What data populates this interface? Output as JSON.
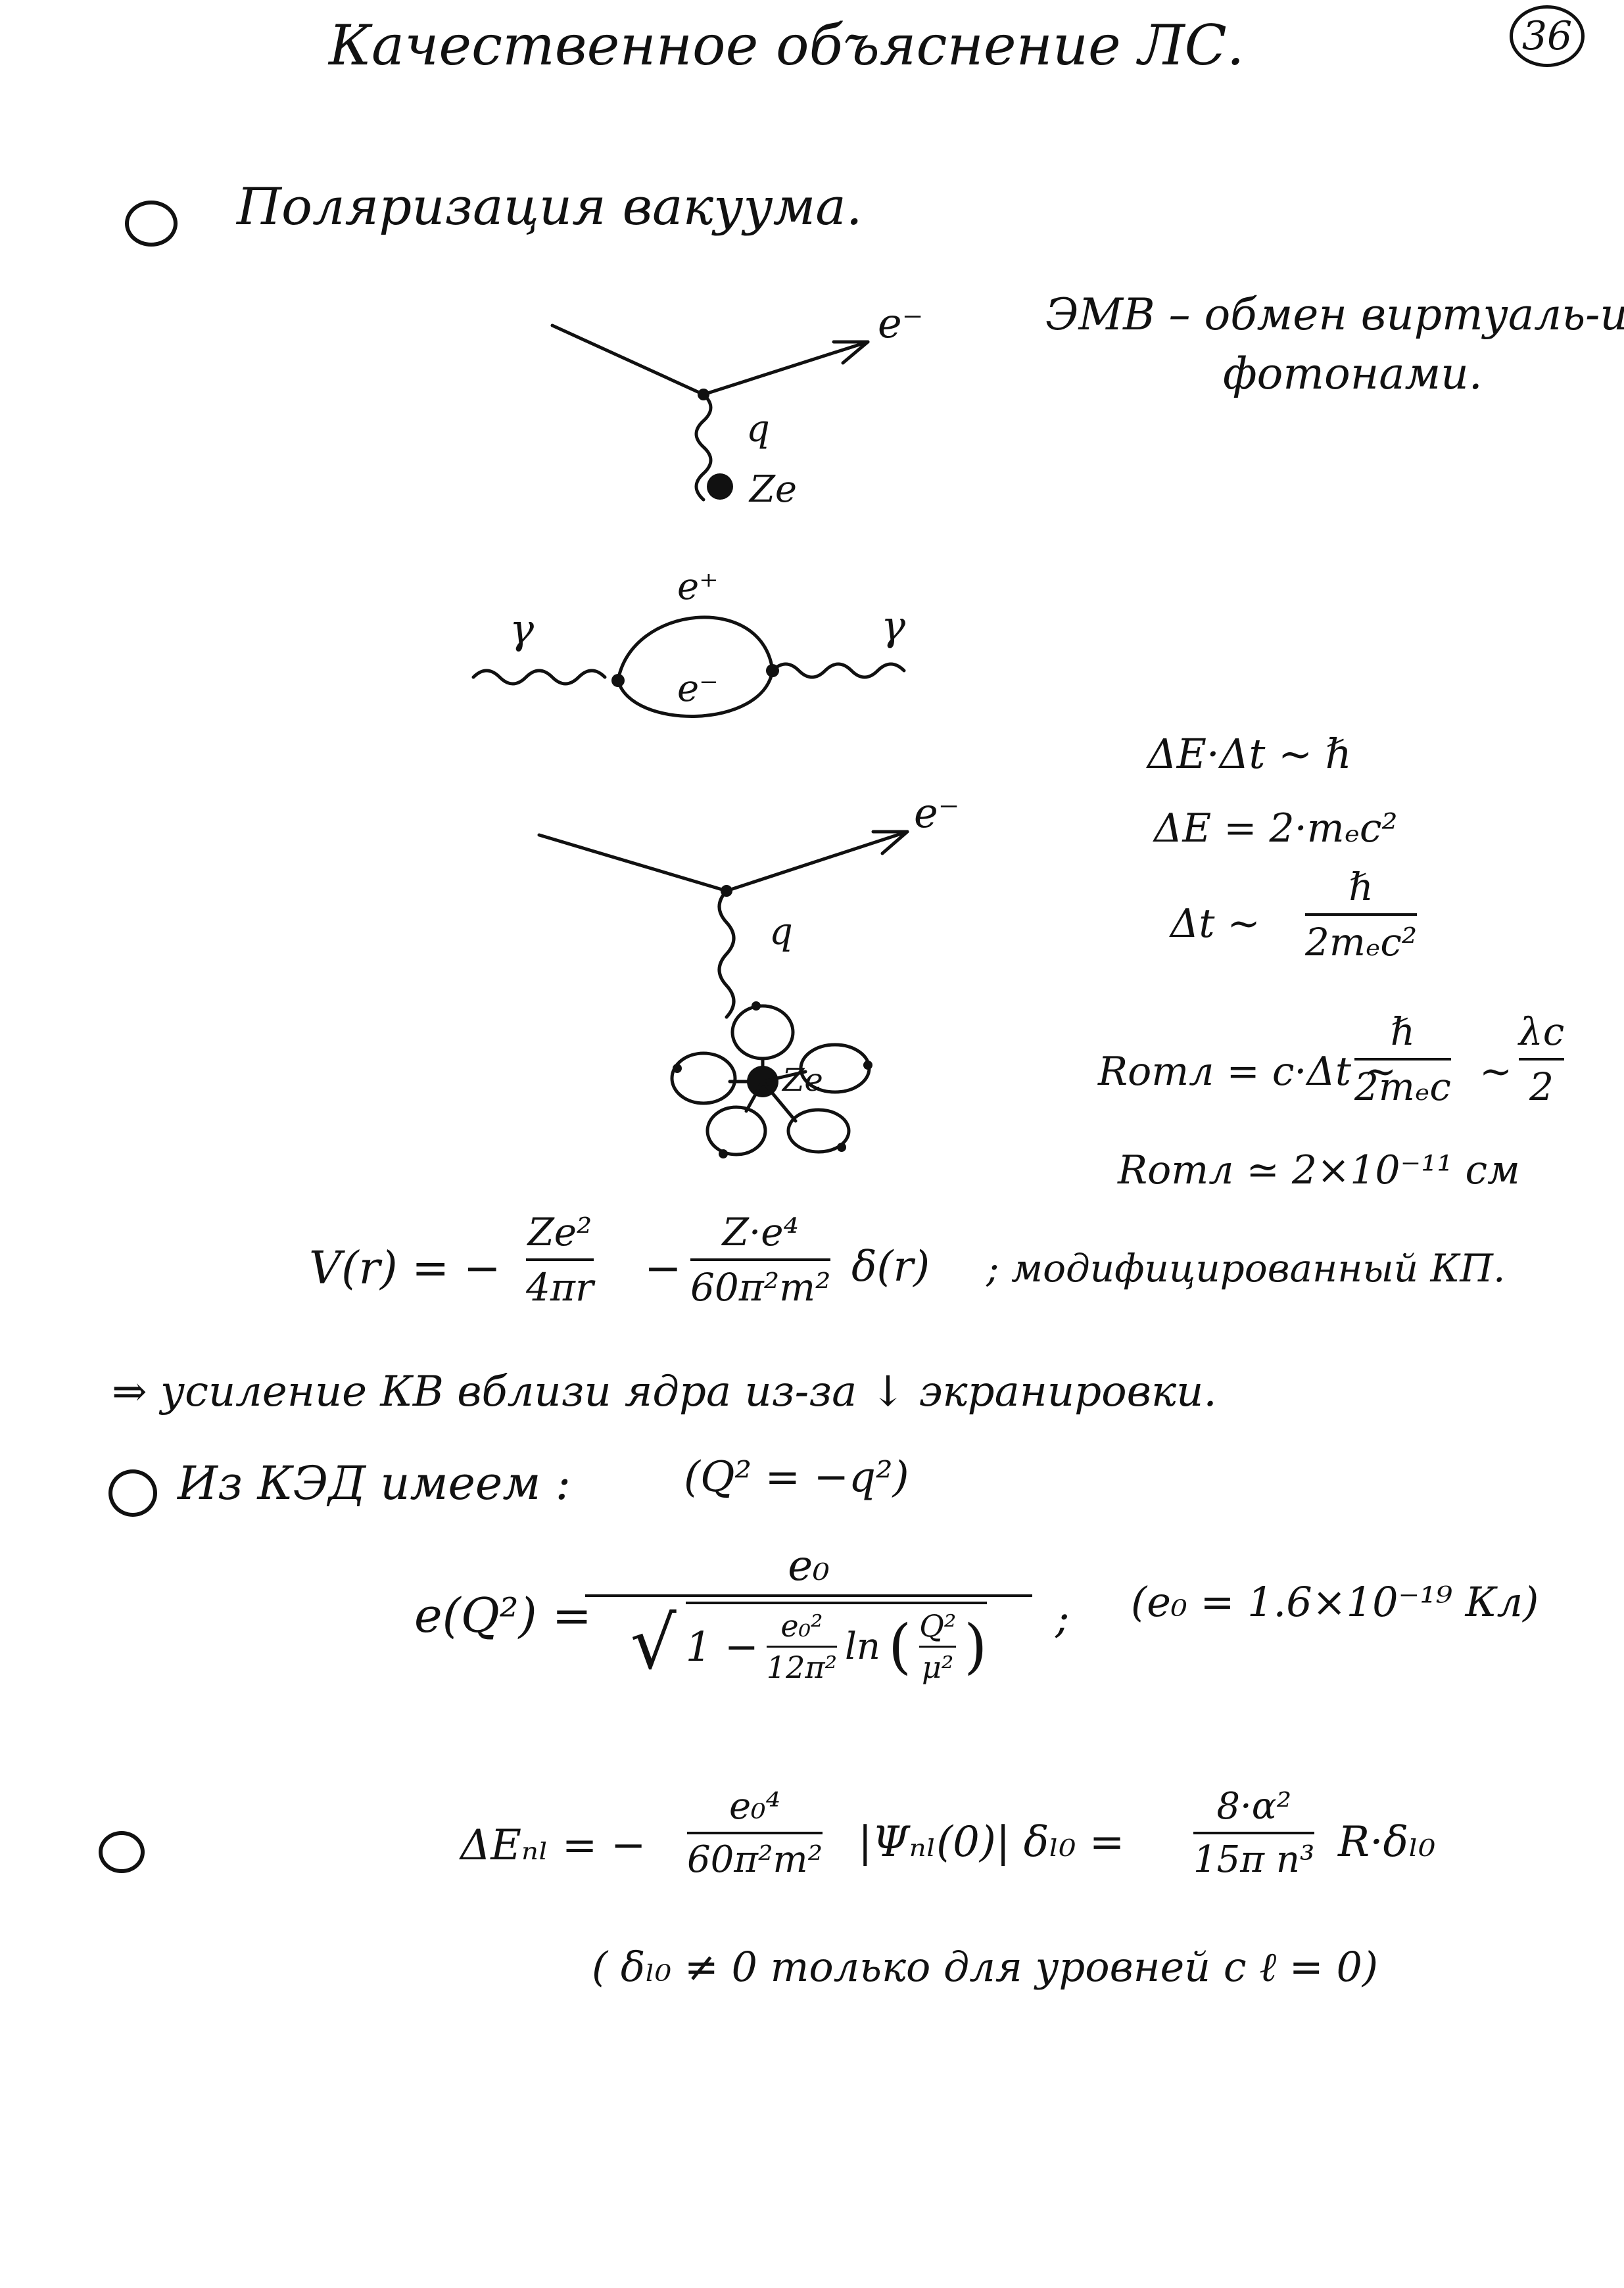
{
  "page": {
    "title": "Качественное объяснение ЛС.",
    "page_number": "36"
  },
  "section1": {
    "heading": "Поляризация вакуума.",
    "side_note_line1": "ЭМВ – обмен виртуаль-и",
    "side_note_line2": "фотонами."
  },
  "diagram1": {
    "e_label": "e⁻",
    "q_label": "q",
    "Ze_label": "Ze"
  },
  "diagram2": {
    "gamma_left": "γ",
    "gamma_right": "γ",
    "e_plus": "e⁺",
    "e_minus": "e⁻"
  },
  "diagram3": {
    "e_label": "e⁻",
    "q_label": "q",
    "Ze_label": "Ze"
  },
  "uncertainty": {
    "line1": "ΔE·Δt ~ ℏ",
    "line2": "ΔE = 2·mₑc²",
    "line3_lhs": "Δt ~",
    "line3_num": "ℏ",
    "line3_den": "2mₑc²",
    "r_lhs": "Rотл = c·Δt ~",
    "r_num": "ℏ",
    "r_den": "2mₑc",
    "r_tilde": "~",
    "r2_num": "λc",
    "r2_den": "2",
    "r_value": "Rотл ≃ 2×10⁻¹¹ см"
  },
  "potential": {
    "lhs": "V(r) = −",
    "f1_num": "Ze²",
    "f1_den": "4πr",
    "minus": "−",
    "f2_num": "Z·e⁴",
    "f2_den": "60π²m²",
    "tail": "δ(r)",
    "comment": "; модифицированный КП."
  },
  "conclusion": "⇒ усиление КВ вблизи ядра из-за ↓ экранировки.",
  "section2": {
    "heading": "Из КЭД имеем :",
    "relation": "(Q² = −q²)"
  },
  "coupling": {
    "lhs": "e(Q²) =",
    "num": "e₀",
    "den_prefix": "1 −",
    "den_frac_num": "e₀²",
    "den_frac_den": "12π²",
    "den_log": "ln",
    "den_log_num": "Q²",
    "den_log_den": "μ²",
    "sep": ";",
    "note": "(e₀ = 1.6×10⁻¹⁹ Кл)"
  },
  "shift": {
    "lhs": "ΔEₙₗ = −",
    "f_num": "e₀⁴",
    "f_den": "60π²m²",
    "middle": "|Ψₙₗ(0)| δₗ₀ =",
    "g_num": "8·α²",
    "g_den": "15π n³",
    "tail": "R·δₗ₀",
    "note": "( δₗ₀ ≠ 0 только для уровней с ℓ = 0)"
  }
}
